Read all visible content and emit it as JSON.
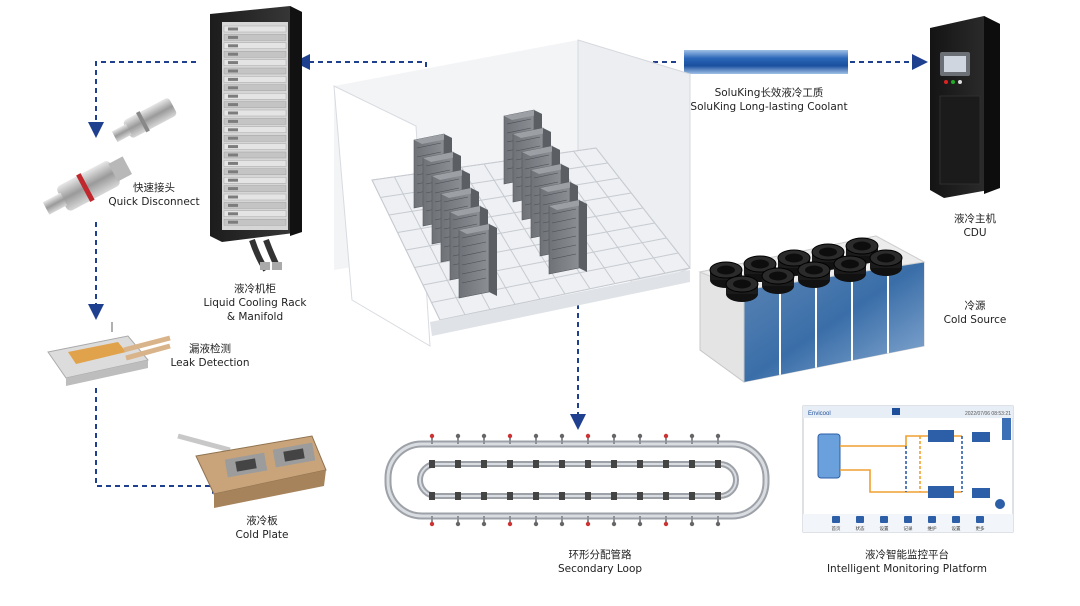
{
  "labels": {
    "rack": {
      "zh": "液冷机柜",
      "en1": "Liquid Cooling Rack",
      "en2": "& Manifold"
    },
    "quick_disconnect": {
      "zh": "快速接头",
      "en": "Quick Disconnect"
    },
    "leak_detection": {
      "zh": "漏液检测",
      "en": "Leak Detection"
    },
    "cold_plate": {
      "zh": "液冷板",
      "en": "Cold Plate"
    },
    "coolant": {
      "zh": "SoluKing长效液冷工质",
      "en": "SoluKing Long-lasting Coolant"
    },
    "cdu": {
      "zh": "液冷主机",
      "en": "CDU"
    },
    "cold_source": {
      "zh": "冷源",
      "en": "Cold Source"
    },
    "secondary_loop": {
      "zh": "环形分配管路",
      "en": "Secondary Loop"
    },
    "monitoring": {
      "zh": "液冷智能监控平台",
      "en": "Intelligent Monitoring Platform"
    }
  },
  "monitor_screen": {
    "brand": "Envicool",
    "timestamp": "2022/07/06 08:53:21",
    "footer_buttons": [
      "首页",
      "状态",
      "设置",
      "记录",
      "维护",
      "设置",
      "更多"
    ]
  },
  "colors": {
    "arrow": "#1f3f8f",
    "coolant_dark": "#1d57a8",
    "coolant_light": "#8fb3df"
  }
}
